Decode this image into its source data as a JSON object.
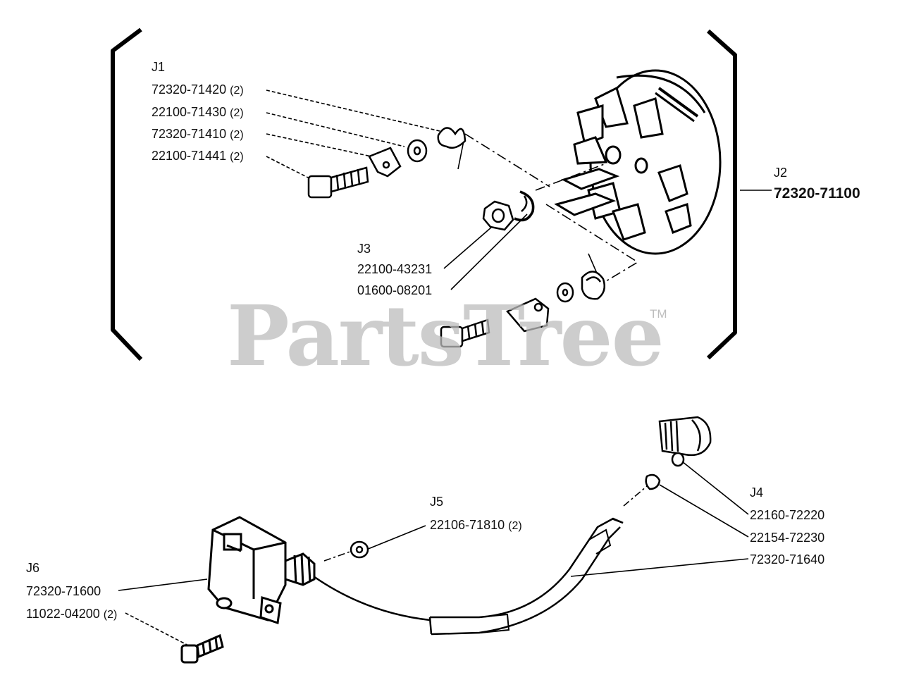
{
  "watermark": {
    "text": "PartsTree",
    "tm": "TM"
  },
  "groups": {
    "j1": "J1",
    "j2": "J2",
    "j3": "J3",
    "j4": "J4",
    "j5": "J5",
    "j6": "J6"
  },
  "parts": {
    "p_72320_71420": {
      "number": "72320-71420",
      "qty": "(2)"
    },
    "p_22100_71430": {
      "number": "22100-71430",
      "qty": "(2)"
    },
    "p_72320_71410": {
      "number": "72320-71410",
      "qty": "(2)"
    },
    "p_22100_71441": {
      "number": "22100-71441",
      "qty": "(2)"
    },
    "p_72320_71100": {
      "number": "72320-71100"
    },
    "p_22100_43231": {
      "number": "22100-43231"
    },
    "p_01600_08201": {
      "number": "01600-08201"
    },
    "p_22160_72220": {
      "number": "22160-72220"
    },
    "p_22154_72230": {
      "number": "22154-72230"
    },
    "p_72320_71640": {
      "number": "72320-71640"
    },
    "p_22106_71810": {
      "number": "22106-71810",
      "qty": "(2)"
    },
    "p_72320_71600": {
      "number": "72320-71600"
    },
    "p_11022_04200": {
      "number": "11022-04200",
      "qty": "(2)"
    }
  }
}
